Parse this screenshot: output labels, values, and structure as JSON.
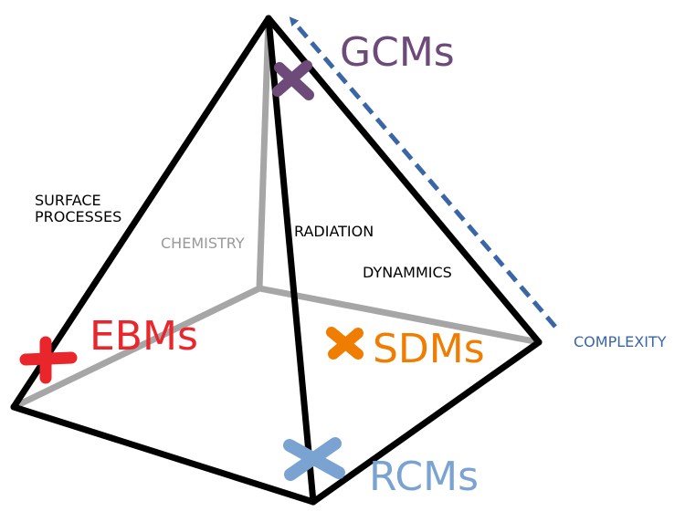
{
  "diagram": {
    "edge_labels": {
      "surface_line1": "SURFACE",
      "surface_line2": "PROCESSES",
      "chemistry": "CHEMISTRY",
      "radiation": "RADIATION",
      "dynamics": "DYNAMMICS"
    },
    "complexity_label": "COMPLEXITY",
    "models": {
      "gcm": "GCMs",
      "ebm": "EBMs",
      "sdm": "SDMs",
      "rcm": "RCMs"
    },
    "colors": {
      "edge_front": "#000000",
      "edge_back": "#a6a6a6",
      "chemistry_text": "#999999",
      "complexity": "#3a66a6",
      "gcm": "#6e4a7a",
      "ebm": "#e8262c",
      "sdm": "#f07c00",
      "rcm": "#7aa3d2"
    }
  }
}
